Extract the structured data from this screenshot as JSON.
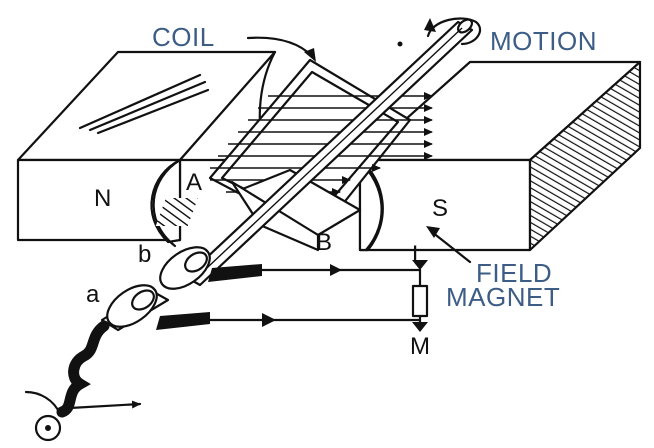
{
  "labels": {
    "coil": "COIL",
    "motion": "MOTION",
    "field_magnet_line1": "FIELD",
    "field_magnet_line2": "MAGNET",
    "north": "N",
    "south": "S",
    "side_a": "A",
    "side_b": "B",
    "ring_a": "a",
    "ring_b": "b",
    "terminal_l": "L",
    "terminal_m": "M"
  },
  "colors": {
    "label_blue": "#3d5d86",
    "line_black": "#111111",
    "background": "#ffffff"
  },
  "icons": {
    "rotation": "curved-rotation-arrow-icon",
    "drive": "hand-crank-icon",
    "resistor": "resistor-icon"
  }
}
